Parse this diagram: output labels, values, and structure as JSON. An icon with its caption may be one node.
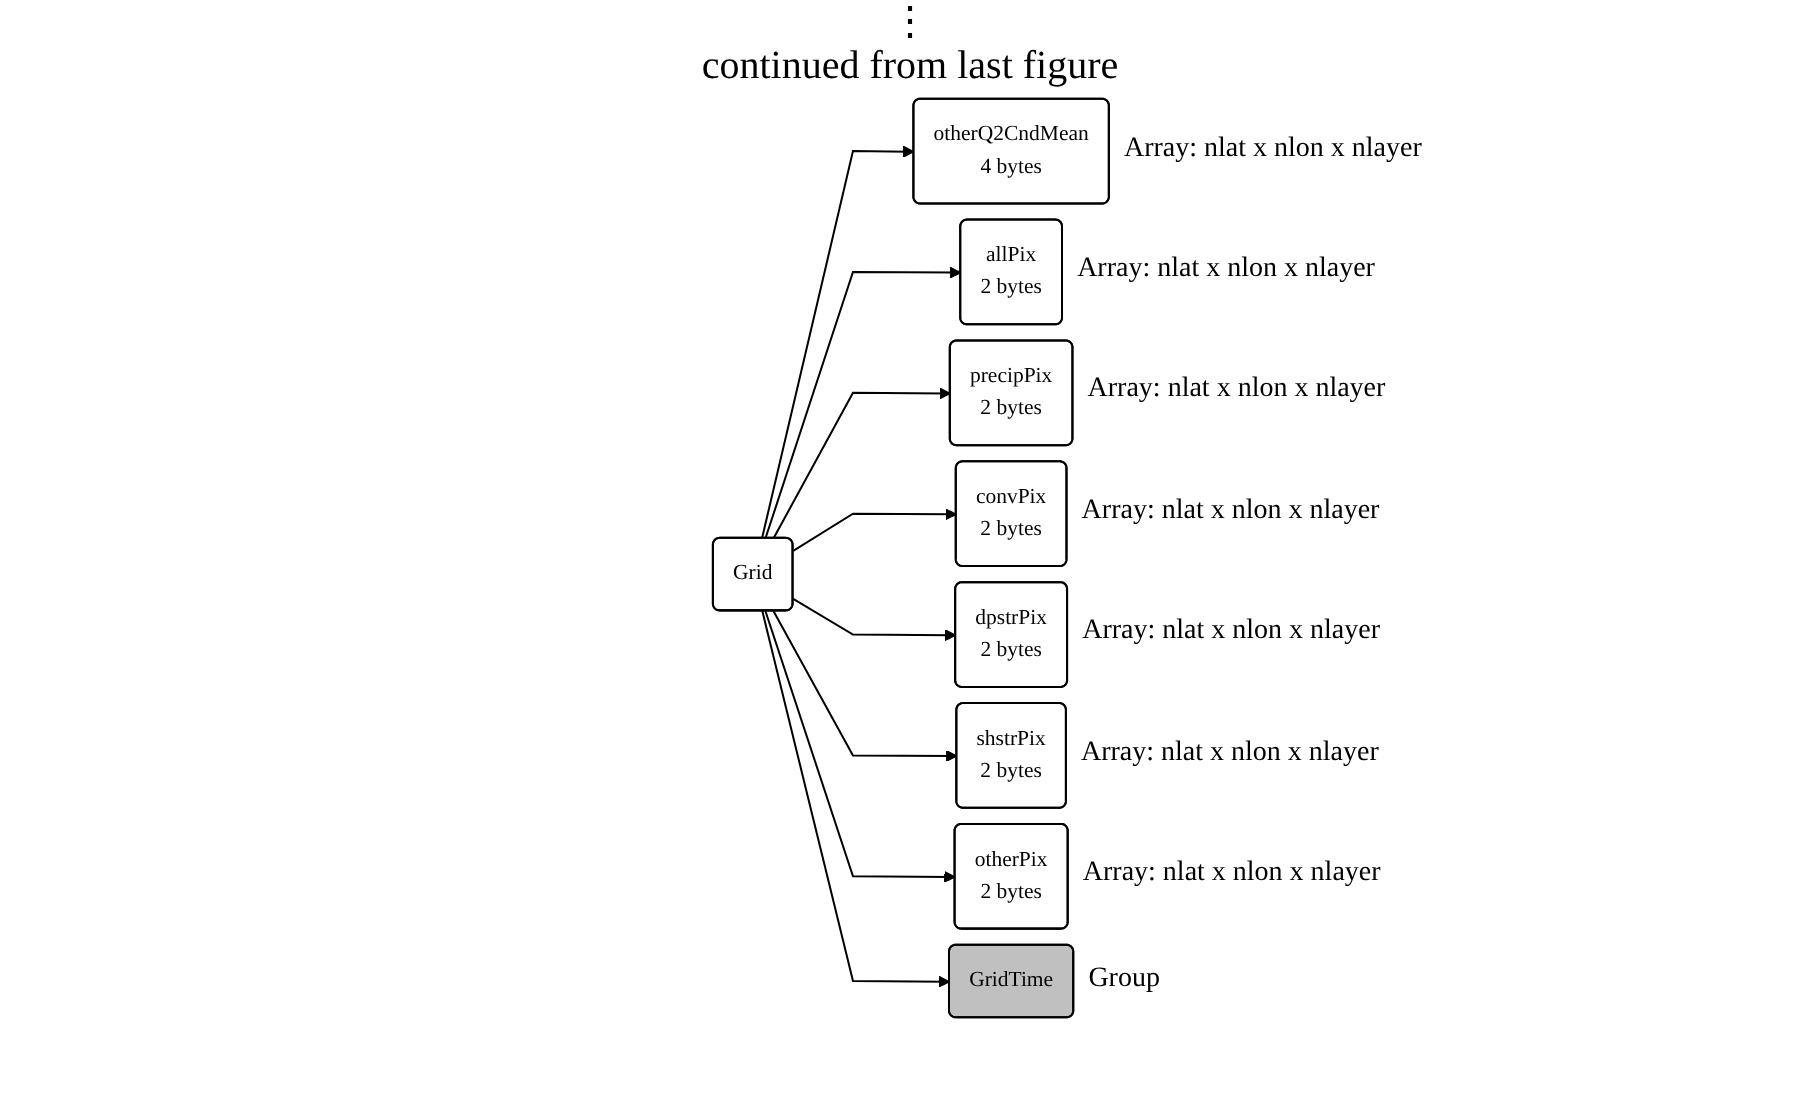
{
  "diagram": {
    "nodes": [
      {
        "text": [
          "Grid"
        ]
      },
      {
        "text": [
          "otherQ2CndMean",
          "4 bytes"
        ],
        "beside": [
          "Array: nlat x nlon x nlayer"
        ]
      },
      {
        "text": [
          "allPix",
          "2 bytes"
        ],
        "beside": [
          "Array: nlat x nlon x nlayer"
        ]
      },
      {
        "text": [
          "precipPix",
          "2 bytes"
        ],
        "beside": [
          "Array: nlat x nlon x nlayer"
        ]
      },
      {
        "text": [
          "convPix",
          "2 bytes"
        ],
        "beside": [
          "Array: nlat x nlon x nlayer"
        ]
      },
      {
        "text": [
          "dpstrPix",
          "2 bytes"
        ],
        "beside": [
          "Array: nlat x nlon x nlayer"
        ]
      },
      {
        "text": [
          "shstrPix",
          "2 bytes"
        ],
        "beside": [
          "Array: nlat x nlon x nlayer"
        ]
      },
      {
        "text": [
          "otherPix",
          "2 bytes"
        ],
        "beside": [
          "Array: nlat x nlon x nlayer"
        ]
      },
      {
        "text": [
          "GridTime"
        ],
        "beside": [
          "Group"
        ]
      }
    ],
    "edges": [
      {
        "from": 0,
        "to": 1,
        "arrow": "to"
      },
      {
        "from": 0,
        "to": 2,
        "arrow": "to"
      },
      {
        "from": 0,
        "to": 3,
        "arrow": "to"
      },
      {
        "from": 0,
        "to": 4,
        "arrow": "to"
      },
      {
        "from": 0,
        "to": 5,
        "arrow": "to"
      },
      {
        "from": 0,
        "to": 6,
        "arrow": "to"
      },
      {
        "from": 0,
        "to": 7,
        "arrow": "to"
      },
      {
        "from": 0,
        "to": 8,
        "arrow": "to"
      }
    ],
    "labels": [
      "⋮",
      "continued from last figure"
    ]
  }
}
